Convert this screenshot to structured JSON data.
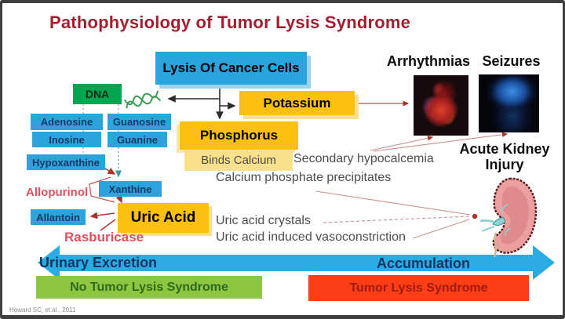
{
  "title": "Pathophysiology of Tumor Lysis Syndrome",
  "central": {
    "lysis_label": "Lysis Of Cancer Cells",
    "potassium_label": "Potassium",
    "phosphorus_label": "Phosphorus",
    "binds_calcium_label": "Binds Calcium"
  },
  "purine_pathway": {
    "dna_label": "DNA",
    "boxes": [
      "Adenosine",
      "Guanosine",
      "Inosine",
      "Guanine",
      "Hypoxanthine",
      "Xanthine",
      "Allantoin"
    ],
    "uric_acid_label": "Uric Acid",
    "allopurinol_label": "Allopurinol",
    "rasburicase_label": "Rasburicase"
  },
  "effects": {
    "hypocalcemia": "Secondary hypocalcemia",
    "calcium_phosphate": "Calcium phosphate precipitates",
    "crystals": "Uric acid crystals",
    "vasoconstriction": "Uric acid induced vasoconstriction"
  },
  "complications": {
    "arrhythmias": "Arrhythmias",
    "seizures": "Seizures",
    "acute_kidney_injury": "Acute Kidney Injury"
  },
  "images": {
    "heart": "heart-photo",
    "brain": "brain-photo",
    "kidney": "kidney-illustration"
  },
  "bottom_axis": {
    "left_label": "Urinary Excretion",
    "right_label": "Accumulation",
    "no_tls_label": "No Tumor Lysis Syndrome",
    "tls_label": "Tumor Lysis Syndrome"
  },
  "citation": "Howard SC, et al., 2011",
  "colors": {
    "title_red": "#A41E2F",
    "box_blue": "#2BA3DC",
    "box_yellow": "#FCC012",
    "box_light_yellow": "#FADF8C",
    "dna_green": "#00A551",
    "no_tls_green": "#8DC63F",
    "tls_red": "#FB3E16",
    "arrow_blue": "#2AACE3",
    "drug_red": "#E0515E",
    "navy_text": "#123A66",
    "gray_text": "#4D4D4F"
  }
}
